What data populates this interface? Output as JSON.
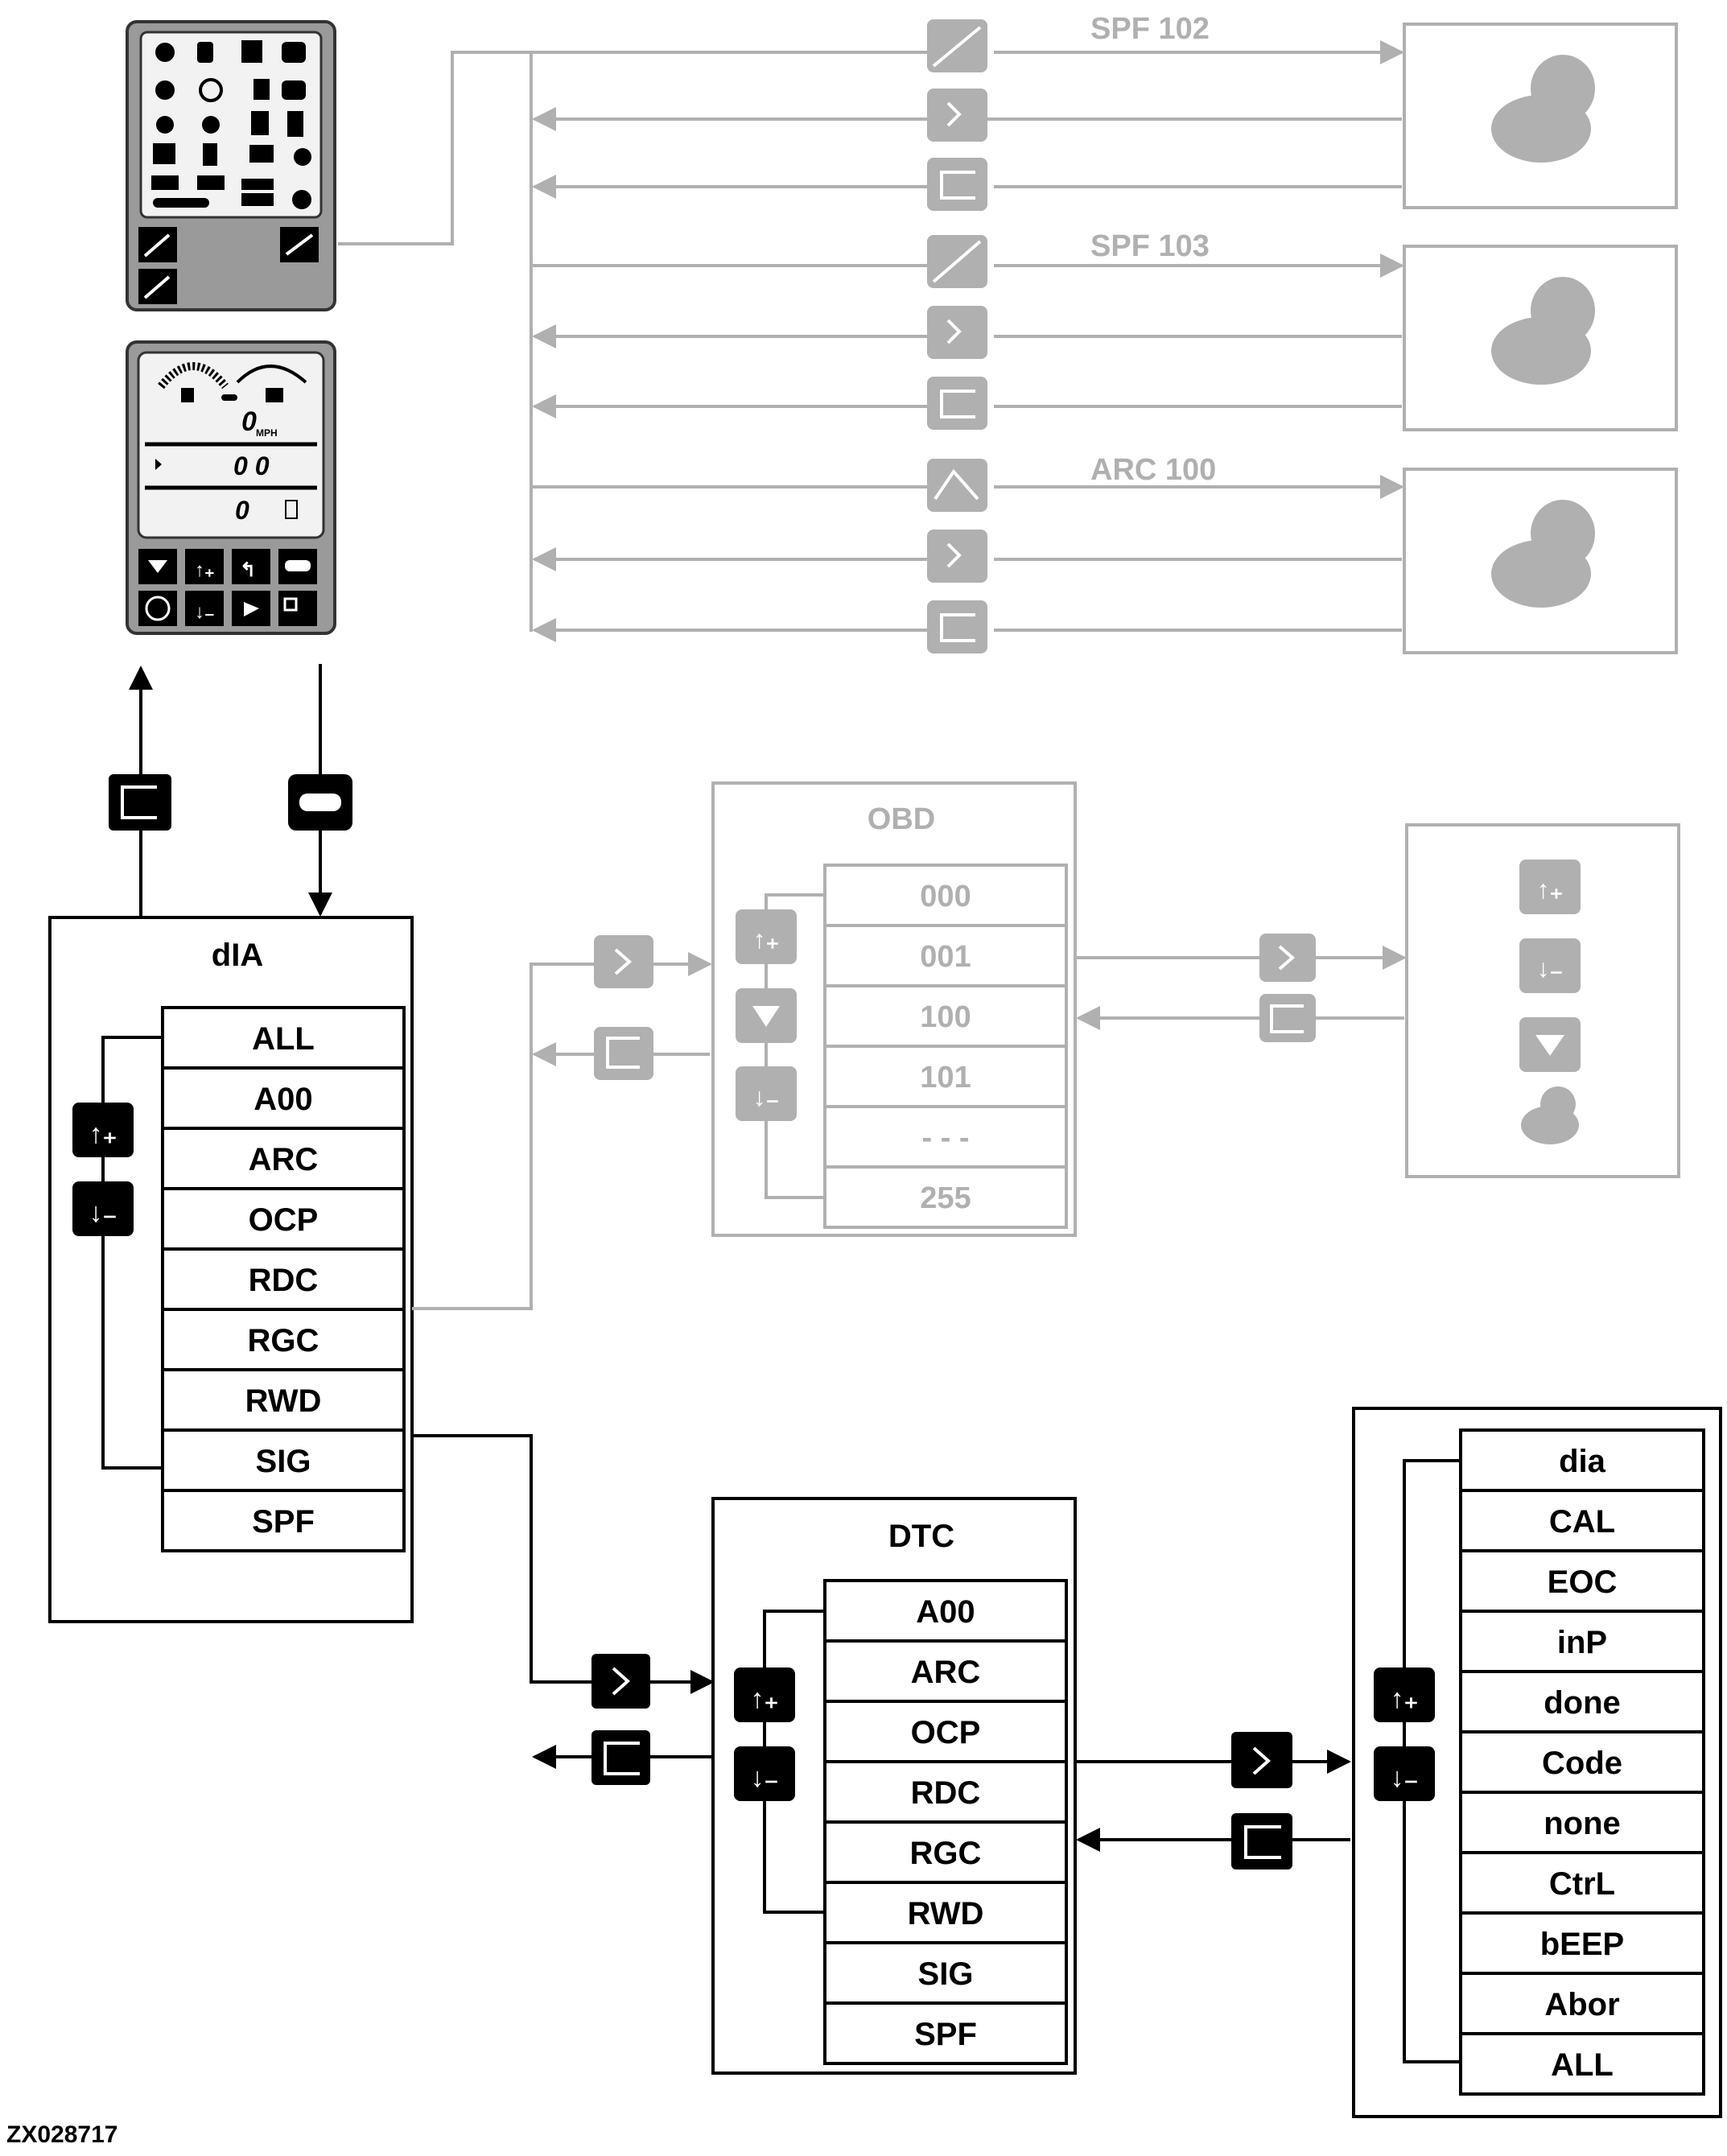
{
  "dia_menu": {
    "title": "dIA",
    "items": [
      "ALL",
      "A00",
      "ARC",
      "OCP",
      "RDC",
      "RGC",
      "RWD",
      "SIG",
      "SPF"
    ]
  },
  "dtc_menu": {
    "title": "DTC",
    "items": [
      "A00",
      "ARC",
      "OCP",
      "RDC",
      "RGC",
      "RWD",
      "SIG",
      "SPF"
    ]
  },
  "obd_menu": {
    "title": "OBD",
    "items": [
      "000",
      "001",
      "100",
      "101",
      "- - -",
      "255"
    ]
  },
  "code_menu": {
    "items": [
      "dia",
      "CAL",
      "EOC",
      "inP",
      "done",
      "Code",
      "none",
      "CtrL",
      "bEEP",
      "Abor",
      "ALL"
    ]
  },
  "calibrations": [
    {
      "label": "SPF 102"
    },
    {
      "label": "SPF 103"
    },
    {
      "label": "ARC 100"
    }
  ],
  "lcd": {
    "speed_value": "0",
    "speed_unit": "MPH",
    "row2_value": "0 0",
    "row3_value": "0"
  },
  "figure_id": "ZX028717",
  "colors": {
    "black": "#000000",
    "gray": "#b0b0b0",
    "panel_gray": "#9a9a9a",
    "lcd": "#f2f2f2"
  }
}
